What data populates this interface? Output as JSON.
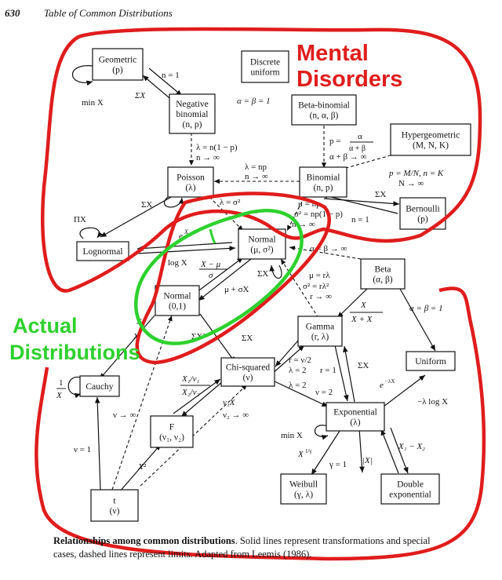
{
  "header": {
    "page_number": "630",
    "running_title": "Table of Common Distributions"
  },
  "annotations": {
    "mental": [
      "Mental",
      "Disorders"
    ],
    "actual": [
      "Actual",
      "Distributions"
    ],
    "colors": {
      "red": "#e01c1c",
      "green": "#2ed12e"
    }
  },
  "nodes": {
    "geometric": [
      "Geometric",
      "(p)"
    ],
    "discrete_uniform": [
      "Discrete",
      "uniform"
    ],
    "negative_binomial": [
      "Negative",
      "binomial",
      "(n, p)"
    ],
    "beta_binomial": [
      "Beta-binomial",
      "(n, α, β)"
    ],
    "hypergeometric": [
      "Hypergeometric",
      "(M, N, K)"
    ],
    "poisson": [
      "Poisson",
      "(λ)"
    ],
    "binomial": [
      "Binomial",
      "(n, p)"
    ],
    "bernoulli": [
      "Bernoulli",
      "(p)"
    ],
    "lognormal": [
      "Lognormal"
    ],
    "normal": [
      "Normal",
      "(μ, σ²)"
    ],
    "beta": [
      "Beta",
      "(α, β)"
    ],
    "std_normal": [
      "Normal",
      "(0,1)"
    ],
    "gamma": [
      "Gamma",
      "(r, λ)"
    ],
    "uniform": [
      "Uniform"
    ],
    "cauchy": [
      "Cauchy"
    ],
    "chi_squared": [
      "Chi-squared",
      "(ν)"
    ],
    "exponential": [
      "Exponential",
      "(λ)"
    ],
    "f": [
      "F",
      "(ν₁, ν₂)"
    ],
    "weibull": [
      "Weibull",
      "(γ, λ)"
    ],
    "double_exponential": [
      "Double",
      "exponential"
    ],
    "t": [
      "t",
      "(ν)"
    ]
  },
  "edge_labels": {
    "n1": "n = 1",
    "minXi_geo": "min X",
    "sumXi_geo": "ΣX",
    "ab1": "α = β = 1",
    "lam_nq": "λ = n(1 − p)",
    "n_inf_a": "n → ∞",
    "p_frac": "p =",
    "alpha": "α",
    "alpha_beta": "α + β",
    "ab_inf": "α + β → ∞",
    "lam_np": "λ = np",
    "n_inf_b": "n → ∞",
    "pMN": "p = M/N, n = K",
    "N_inf": "N → ∞",
    "sumXi_bin": "ΣX",
    "n1_bern": "n = 1",
    "sumXi_pois": "ΣX",
    "lam_sig": "λ = σ²",
    "inf_c": "→ ∞",
    "mu_np": "μ = np",
    "sig_np": "σ² = np(1 − p)",
    "n_inf_c": "n → ∞",
    "piXi": "ΠX",
    "ex": "e",
    "ex_sup": "X",
    "logX": "log X",
    "xmu": "X − μ",
    "sigma": "σ",
    "sumXi_norm": "ΣX",
    "musigX": "μ + σX",
    "ab_inf_beta": "α = β → ∞",
    "mu_rl": "μ = rλ",
    "sig_rl": "σ² = rλ²",
    "r_inf": "r → ∞",
    "x1": "X",
    "x1x2": "X + X",
    "ab1_beta": "α = β = 1",
    "x1_norm": "X",
    "x2_norm": "X",
    "sumXi2": "ΣX²",
    "r_nu2": "r = ν/2",
    "lam2": "λ = 2",
    "r1": "r = 1",
    "sumXi_gam": "ΣX",
    "lam2b": "λ = 2",
    "nu2": "ν = 2",
    "e_xl": "e",
    "e_xl_sup": "−λX",
    "neg_log": "−λ log X",
    "one_x_num": "1",
    "one_x_den": "X",
    "nu_inf": "ν → ∞",
    "x1nu1": "X₁/ν₁",
    "x2nu2": "X₂/ν₂",
    "nu1x": "ν₁X",
    "nu2_inf": "ν₂ → ∞",
    "minXi_exp": "min X",
    "x1gam": "X",
    "x1gam_sup": "1/γ",
    "gam1": "γ = 1",
    "absX": "|X|",
    "x1mx2": "X₁ − X₂",
    "nu1": "ν = 1",
    "x2": "X²"
  },
  "caption": {
    "bold": "Relationships among common distributions",
    "rest": ". Solid lines represent transformations and special",
    "line2": "cases, dashed lines represent limits. Adapted from Leemis (1986)."
  }
}
